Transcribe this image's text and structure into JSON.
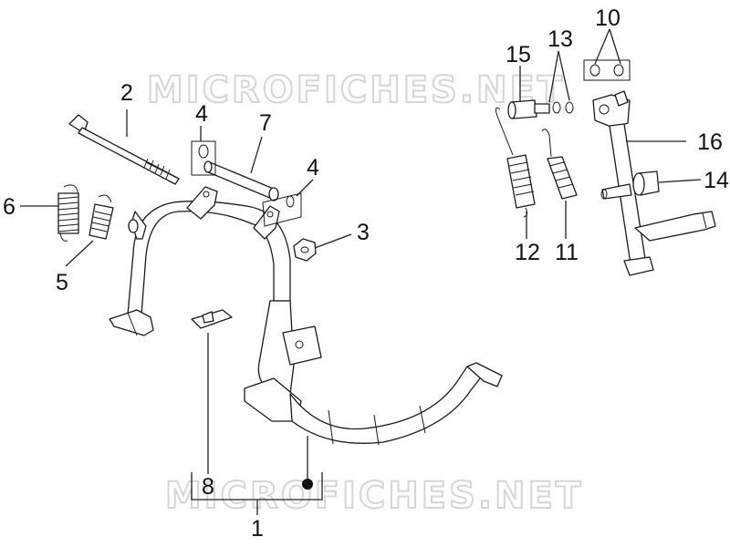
{
  "watermark": "MICROFICHES.NET",
  "callouts": [
    {
      "id": "1",
      "label": "1"
    },
    {
      "id": "2",
      "label": "2"
    },
    {
      "id": "3",
      "label": "3"
    },
    {
      "id": "4a",
      "label": "4"
    },
    {
      "id": "4b",
      "label": "4"
    },
    {
      "id": "5",
      "label": "5"
    },
    {
      "id": "6",
      "label": "6"
    },
    {
      "id": "7",
      "label": "7"
    },
    {
      "id": "8",
      "label": "8"
    },
    {
      "id": "10",
      "label": "10"
    },
    {
      "id": "11",
      "label": "11"
    },
    {
      "id": "12",
      "label": "12"
    },
    {
      "id": "13",
      "label": "13"
    },
    {
      "id": "14",
      "label": "14"
    },
    {
      "id": "15",
      "label": "15"
    },
    {
      "id": "16",
      "label": "16"
    }
  ]
}
